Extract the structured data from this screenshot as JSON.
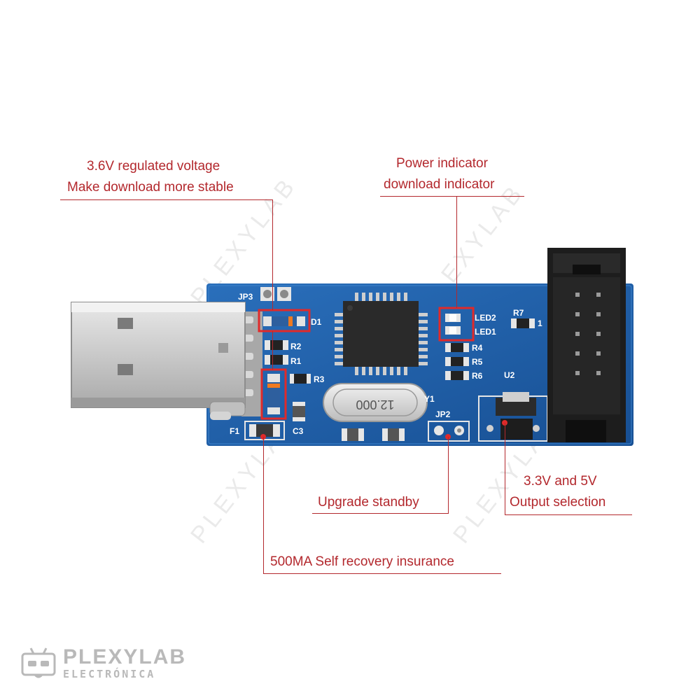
{
  "callouts": {
    "regulated_voltage_line1": "3.6V regulated voltage",
    "regulated_voltage_line2": "Make download more stable",
    "indicator_line1": "Power indicator",
    "indicator_line2": "download indicator",
    "output_line1": "3.3V and 5V",
    "output_line2": "Output selection",
    "upgrade": "Upgrade standby",
    "fuse": "500MA Self recovery insurance"
  },
  "board_silkscreen": {
    "jp3": "JP3",
    "d1": "D1",
    "r2": "R2",
    "r1": "R1",
    "r3": "R3",
    "c3": "C3",
    "f1": "F1",
    "led2": "LED2",
    "led1": "LED1",
    "r4": "R4",
    "r5": "R5",
    "r6": "R6",
    "r7": "R7",
    "pin1": "1",
    "u2": "U2",
    "jp2": "JP2",
    "y1": "Y1",
    "crystal": "12.000"
  },
  "watermark": "PLEXYLAB",
  "brand": {
    "name": "PLEXYLAB",
    "subtitle": "ELECTRÓNICA"
  },
  "colors": {
    "callout_red": "#b3282d",
    "pcb_blue": "#1f5fa8",
    "brand_gray": "#b9b9b9"
  }
}
